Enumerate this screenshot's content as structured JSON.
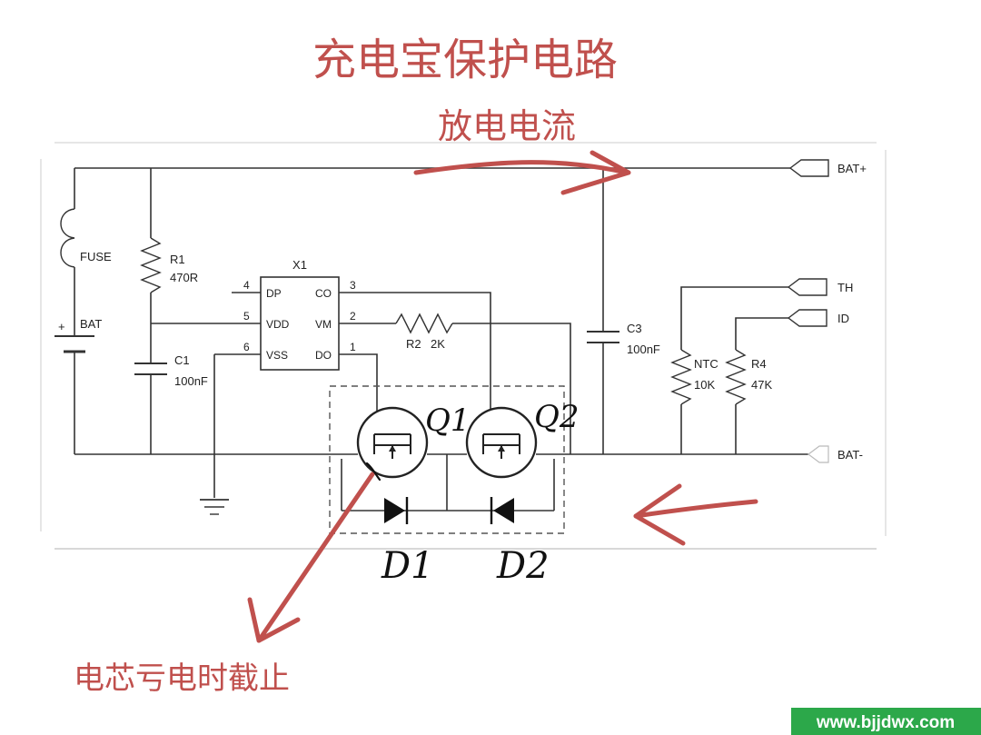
{
  "title": "充电宝保护电路",
  "discharge_label": "放电电流",
  "cutoff_label": "电芯亏电时截止",
  "watermark": "www.bjjdwx.com",
  "colors": {
    "annotation_red": "#c0504d",
    "watermark_bg": "#2ca84a"
  },
  "terminals": {
    "bat_plus": "BAT+",
    "bat_minus": "BAT-",
    "th": "TH",
    "id": "ID"
  },
  "components": {
    "fuse": "FUSE",
    "bat": "BAT",
    "bat_plus_sign": "+",
    "r1_name": "R1",
    "r1_value": "470R",
    "c1_name": "C1",
    "c1_value": "100nF",
    "ic_name": "X1",
    "r2_name": "R2",
    "r2_value": "2K",
    "c3_name": "C3",
    "c3_value": "100nF",
    "ntc_name": "NTC",
    "ntc_value": "10K",
    "r4_name": "R4",
    "r4_value": "47K"
  },
  "ic_pins": {
    "dp": "DP",
    "vdd": "VDD",
    "vss": "VSS",
    "co": "CO",
    "vm": "VM",
    "do": "DO",
    "n4": "4",
    "n5": "5",
    "n6": "6",
    "n3": "3",
    "n2": "2",
    "n1": "1"
  },
  "handwritten": {
    "q1": "Q1",
    "q2": "Q2",
    "d1": "D1",
    "d2": "D2"
  }
}
